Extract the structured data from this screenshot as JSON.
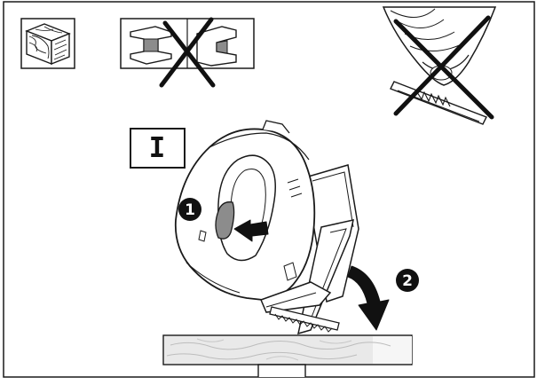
{
  "mode_label": "I",
  "steps": [
    {
      "number": "1"
    },
    {
      "number": "2"
    }
  ],
  "icons": {
    "material_ok": "wood-grain-icon",
    "material_not_ok": "metal-profile-icon",
    "not_allowed": "inverted-saw-icon"
  },
  "colors": {
    "outline": "#1a1a1a",
    "metal_grey": "#8c8c8c",
    "board_light": "#e9e9e9",
    "cross": "#111111"
  }
}
